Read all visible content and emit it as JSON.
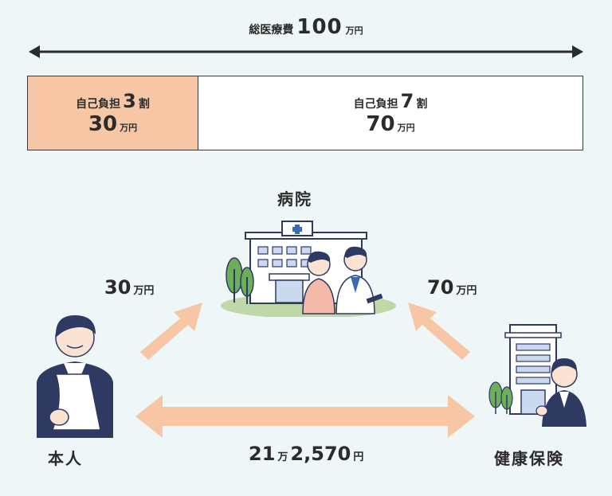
{
  "total": {
    "label": "総医療費",
    "amount": "100",
    "unit": "万円"
  },
  "segments": {
    "patient": {
      "label": "自己負担",
      "ratio": "3",
      "ratio_unit": "割",
      "amount": "30",
      "unit": "万円"
    },
    "insurer": {
      "label": "自己負担",
      "ratio": "7",
      "ratio_unit": "割",
      "amount": "70",
      "unit": "万円"
    }
  },
  "nodes": {
    "hospital": "病院",
    "patient": "本人",
    "insurance": "健康保険"
  },
  "flows": {
    "patient_to_hospital": {
      "amount": "30",
      "unit": "万円"
    },
    "insurance_to_hospital": {
      "amount": "70",
      "unit": "万円"
    },
    "refund": {
      "man": "21",
      "man_unit": "万",
      "rest": "2,570",
      "unit": "円"
    }
  },
  "colors": {
    "accent": "#f7c7a5",
    "arrow": "#f7c7a5",
    "suit": "#2e3a62",
    "bg": "#eef6f7"
  },
  "icons": [
    "double-arrow-icon",
    "hospital-icon",
    "patient-icon",
    "insurance-building-icon",
    "tree-icon"
  ]
}
